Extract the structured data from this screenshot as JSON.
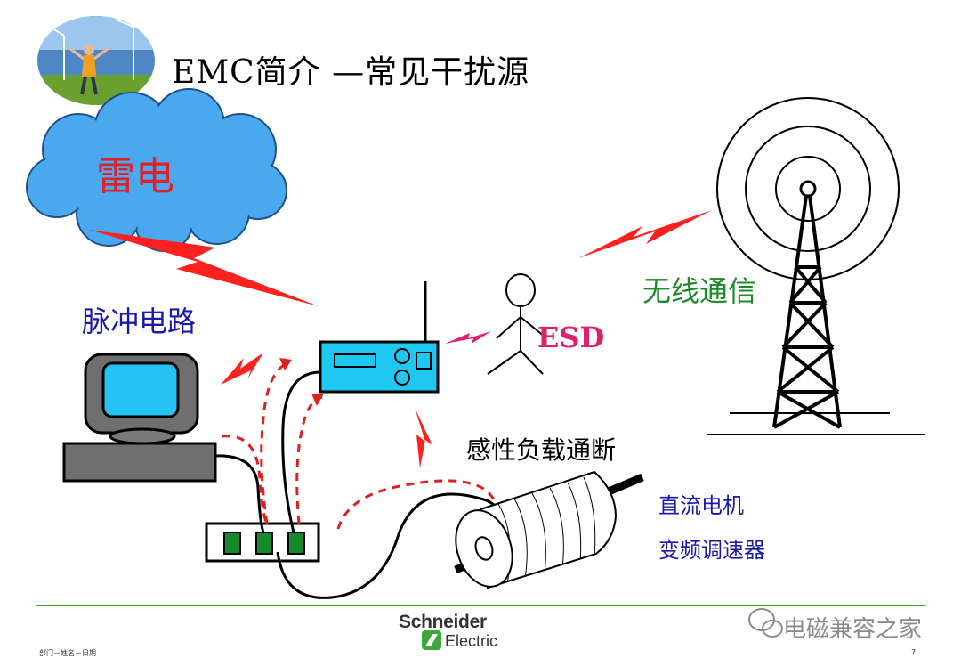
{
  "title": "EMC简介 —常见干扰源",
  "labels": {
    "lightning": "雷电",
    "pulse_circuit": "脉冲电路",
    "esd": "ESD",
    "wireless": "无线通信",
    "inductive_load": "感性负载通断",
    "dc_motor": "直流电机",
    "vfd": "变频调速器"
  },
  "footer": {
    "left": "部门－姓名－日期",
    "page": "7",
    "brand_top": "Schneider",
    "brand_bottom": "Electric",
    "watermark": "电磁兼容之家"
  },
  "colors": {
    "lightning_red": "#ff2020",
    "cloud_blue": "#4aa8ee",
    "device_cyan": "#1ec8f0",
    "screen_cyan": "#25c2f2",
    "body_gray": "#7a7a7a",
    "socket_green": "#168a2a",
    "brand_green": "#3aa935"
  }
}
